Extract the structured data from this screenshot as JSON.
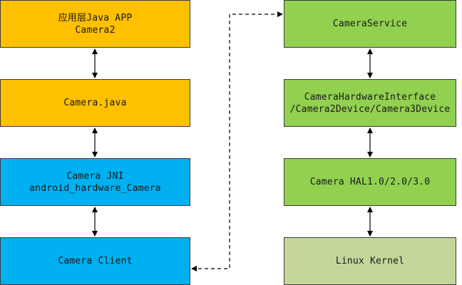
{
  "left_stack": {
    "app": {
      "line1": "应用层Java APP",
      "line2": "Camera2",
      "color": "#ffc000"
    },
    "camera_java": {
      "line1": "Camera.java",
      "color": "#ffc000"
    },
    "jni": {
      "line1": "Camera JNI",
      "line2": "android_hardware_Camera",
      "color": "#00b0f0"
    },
    "client": {
      "line1": "Camera Client",
      "color": "#00b0f0"
    }
  },
  "right_stack": {
    "service": {
      "line1": "CameraService",
      "color": "#92d050"
    },
    "hw_interface": {
      "line1": "CameraHardwareInterface",
      "line2": "/Camera2Device/Camera3Device",
      "color": "#92d050"
    },
    "hal": {
      "line1": "Camera HAL1.0/2.0/3.0",
      "color": "#92d050"
    },
    "kernel": {
      "line1": "Linux Kernel",
      "color": "#c4d79b"
    }
  }
}
